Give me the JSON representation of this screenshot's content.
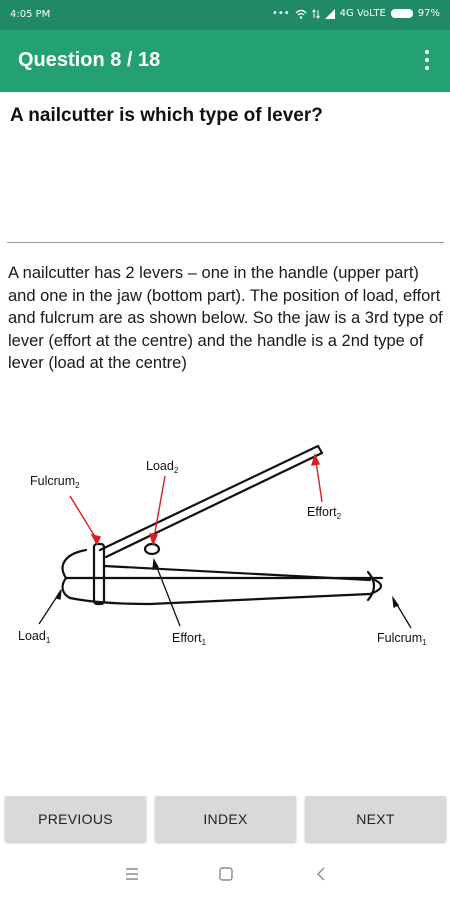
{
  "status_bar": {
    "time": "4:05 PM",
    "network": "4G VoLTE",
    "battery": "97%"
  },
  "app_bar": {
    "title": "Question 8 / 18"
  },
  "question": {
    "text": "A nailcutter is which type of lever?"
  },
  "explanation": {
    "text": "A nailcutter has 2 levers – one in the handle (upper part) and one in the jaw (bottom part). The position of load, effort and fulcrum are as shown below. So the jaw is a 3rd type of lever (effort at the centre) and the handle is a 2nd type of lever (load at the centre)"
  },
  "diagram": {
    "labels": {
      "fulcrum2": "Fulcrum",
      "fulcrum2_sub": "2",
      "load2": "Load",
      "load2_sub": "2",
      "effort2": "Effort",
      "effort2_sub": "2",
      "load1": "Load",
      "load1_sub": "1",
      "effort1": "Effort",
      "effort1_sub": "1",
      "fulcrum1": "Fulcrum",
      "fulcrum1_sub": "1"
    }
  },
  "buttons": {
    "previous": "PREVIOUS",
    "index": "INDEX",
    "next": "NEXT"
  },
  "icons": {
    "overflow": "overflow-menu-icon",
    "wifi": "wifi-icon",
    "signal": "signal-icon",
    "battery": "battery-icon",
    "nav_menu": "menu-icon",
    "nav_home": "home-icon",
    "nav_back": "back-icon"
  },
  "colors": {
    "status_bar": "#1f8a63",
    "app_bar": "#24a172",
    "arrow_red": "#d42020",
    "button_bg": "#d9d9d9"
  }
}
